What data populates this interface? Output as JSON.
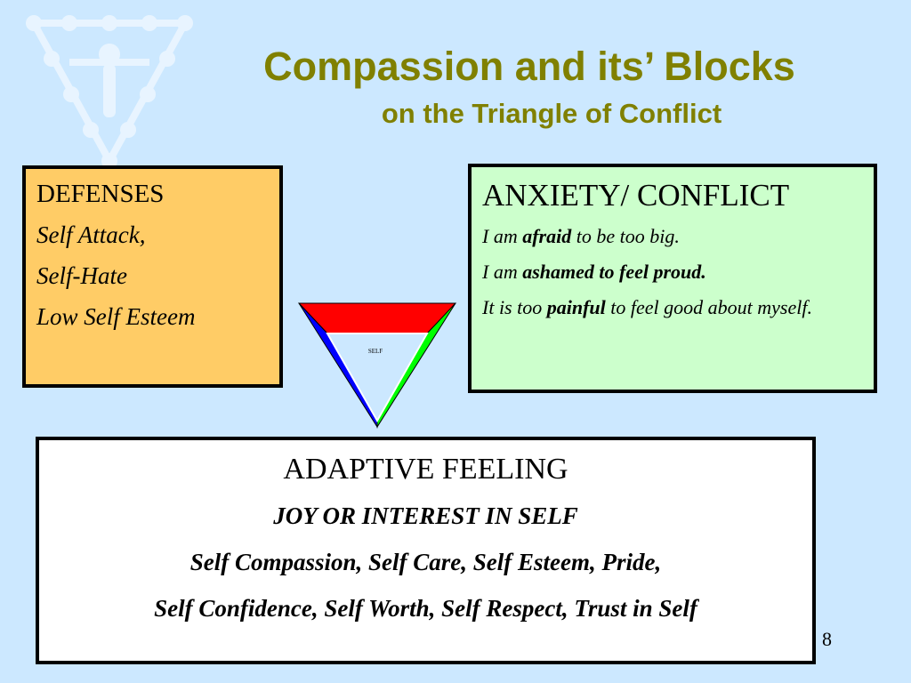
{
  "slide": {
    "title": "Compassion and its’ Blocks",
    "subtitle": "on the Triangle of Conflict",
    "page_number": "8"
  },
  "defenses": {
    "heading": "DEFENSES",
    "items": [
      "Self Attack,",
      "Self-Hate",
      "Low Self Esteem"
    ]
  },
  "anxiety": {
    "heading": "ANXIETY/ CONFLICT",
    "line1": {
      "pre": "I am ",
      "em": "afraid",
      "post": " to be too big."
    },
    "line2": {
      "pre": "I am ",
      "em": "ashamed  to feel proud.",
      "post": ""
    },
    "line3": {
      "pre": "It is too ",
      "em": "painful",
      "post": " to feel good about myself."
    }
  },
  "triangle": {
    "label": "SELF",
    "colors": {
      "top": "#ff0000",
      "left": "#0000ff",
      "right": "#00ff00"
    }
  },
  "adaptive": {
    "heading": "ADAPTIVE FEELING",
    "line1": "JOY OR INTEREST  IN SELF",
    "line2": "Self Compassion, Self Care, Self Esteem, Pride,",
    "line3": "Self Confidence, Self Worth, Self Respect, Trust in Self"
  }
}
